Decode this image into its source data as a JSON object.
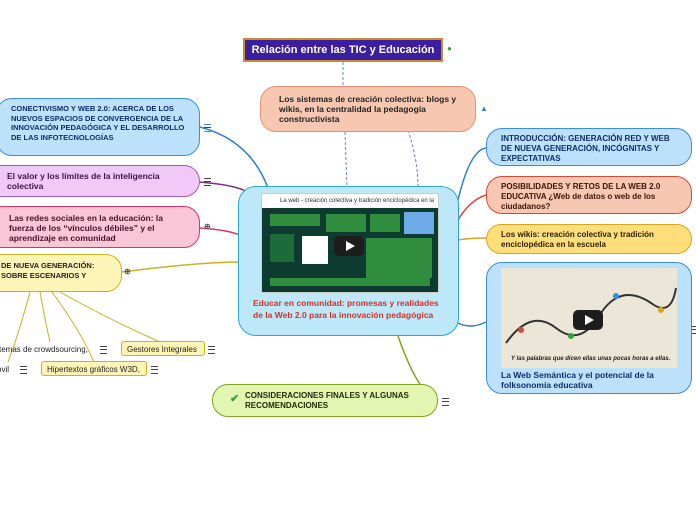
{
  "title": "Relación entre las TIC y Educación",
  "center": {
    "label": "Educar en comunidad: promesas y realidades de la Web 2.0 para la innovación pedagógica",
    "video_heading": "La web - creación colectiva y tradición enciclopédica en la escuela"
  },
  "top_node": "Los sistemas de creación colectiva: blogs y wikis, en la centralidad la pedagogía constructivista",
  "left_nodes": [
    "CONECTIVISMO Y WEB 2.0: ACERCA DE LOS NUEVOS ESPACIOS DE CONVERGENCIA DE LA INNOVACIÓN PEDAGÓGICA Y EL DESARROLLO DE LAS INFOTECNOLOGÍAS",
    "El valor y los límites de la inteligencia colectiva",
    "Las redes sociales en la educación: la fuerza de los “vínculos débiles” y el aprendizaje en comunidad",
    "DE NUEVA GENERACIÓN: SOBRE ESCENARIOS Y"
  ],
  "sub_items": [
    "temas de crowdsourcing,",
    "Gestores Integrales",
    "óvil",
    "Hipertextos gráficos W3D,"
  ],
  "right_nodes": [
    "INTRODUCCIÓN: GENERACIÓN RED Y WEB DE NUEVA GENERACIÓN, INCÓGNITAS Y EXPECTATIVAS",
    "POSIBILIDADES Y RETOS DE LA WEB 2.0 EDUCATIVA ¿Web de datos o web de los ciudadanos?",
    "Los wikis: creación colectiva y tradición enciclopédica en la escuela",
    "La Web Semántica y el potencial de la folksonomía educativa"
  ],
  "right_video_caption": "Y las palabras que dicen ellas unas pocas horas a ellas.",
  "bottom_node": "CONSIDERACIONES FINALES Y ALGUNAS RECOMENDACIONES",
  "colors": {
    "title_bg": "#3c1f9e",
    "center_bg": "#bde8f9",
    "blue_node": "#bde0fb",
    "purple_node": "#f0c9f7",
    "pink_node": "#f9c6d8",
    "yellow_node": "#fdf4b8",
    "salmon_node": "#f8c7b1",
    "green_node": "#e3f6b1"
  }
}
